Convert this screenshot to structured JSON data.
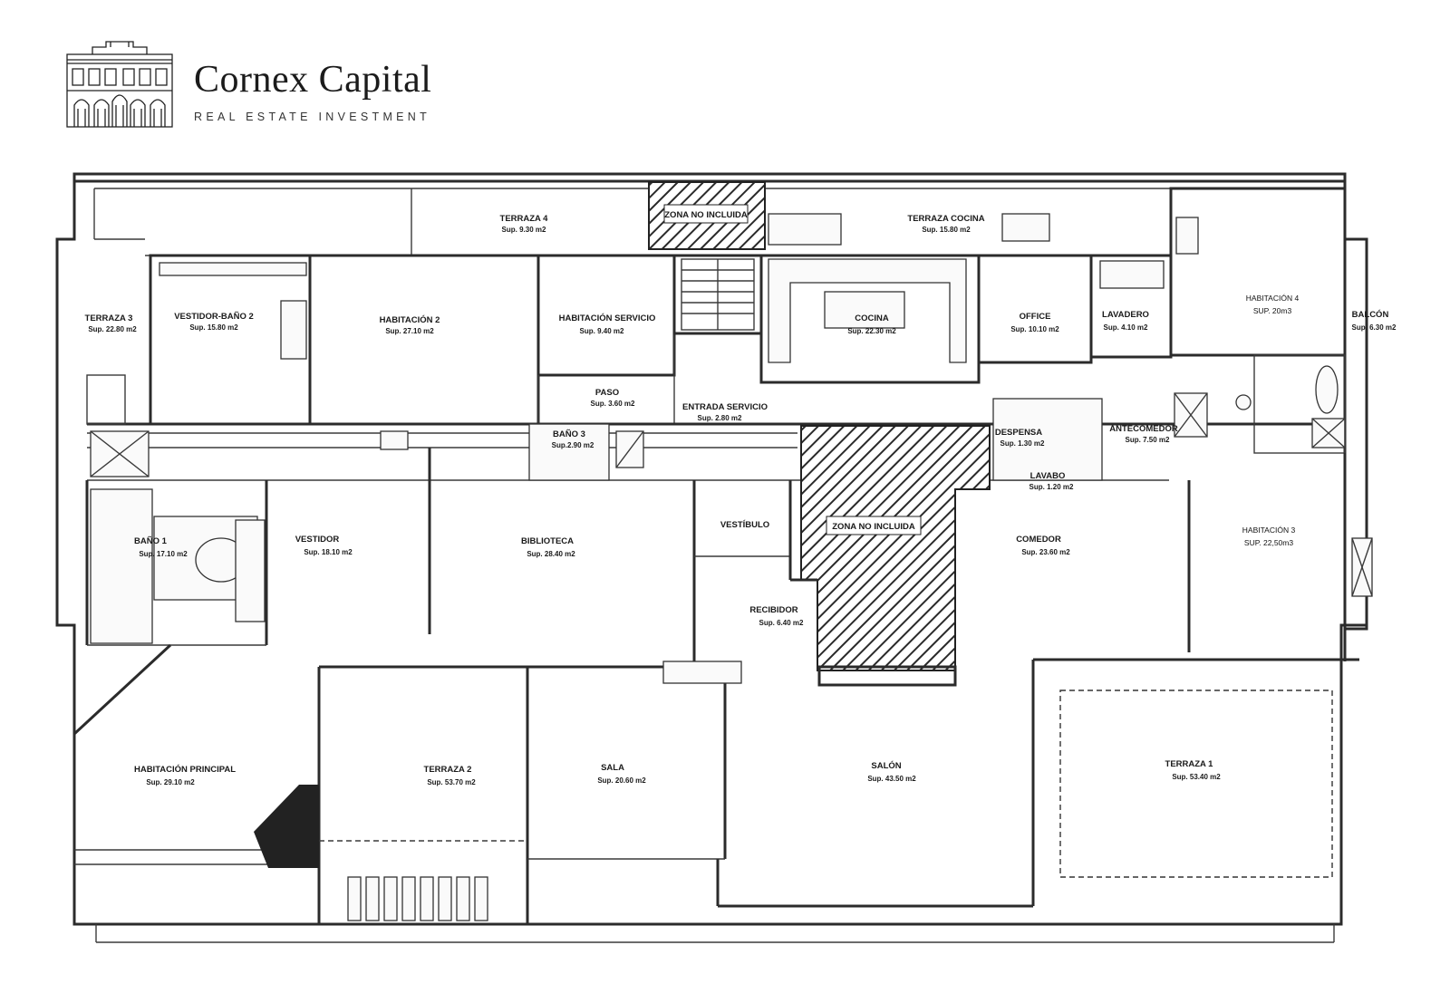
{
  "brand": {
    "name": "Cornex Capital",
    "tagline": "REAL ESTATE INVESTMENT",
    "logo_icon": "building-facade-icon"
  },
  "floor_plan": {
    "rooms": {
      "terraza_4": {
        "name": "TERRAZA 4",
        "area": "Sup. 9.30 m2"
      },
      "zona_no_incluida_top": {
        "name": "ZONA NO INCLUIDA"
      },
      "terraza_cocina": {
        "name": "TERRAZA COCINA",
        "area": "Sup. 15.80 m2"
      },
      "terraza_3": {
        "name": "TERRAZA 3",
        "area": "Sup. 22.80 m2"
      },
      "vestidor_bano_2": {
        "name": "VESTIDOR-BAÑO 2",
        "area": "Sup. 15.80 m2"
      },
      "habitacion_2": {
        "name": "HABITACIÓN 2",
        "area": "Sup. 27.10 m2"
      },
      "habitacion_servicio": {
        "name": "HABITACIÓN SERVICIO",
        "area": "Sup. 9.40 m2"
      },
      "cocina": {
        "name": "COCINA",
        "area": "Sup. 22.30 m2"
      },
      "office": {
        "name": "OFFICE",
        "area": "Sup. 10.10 m2"
      },
      "lavadero": {
        "name": "LAVADERO",
        "area": "Sup. 4.10 m2"
      },
      "habitacion_4": {
        "name": "HABITACIÓN 4",
        "area": "SUP. 20m3"
      },
      "balcon": {
        "name": "BALCÓN",
        "area": "Sup. 6.30 m2"
      },
      "paso": {
        "name": "PASO",
        "area": "Sup. 3.60 m2"
      },
      "entrada_servicio": {
        "name": "ENTRADA SERVICIO",
        "area": "Sup. 2.80 m2"
      },
      "bano_3": {
        "name": "BAÑO 3",
        "area": "Sup.2.90 m2"
      },
      "despensa": {
        "name": "DESPENSA",
        "area": "Sup. 1.30 m2"
      },
      "antecomedor": {
        "name": "ANTECOMEDOR",
        "area": "Sup. 7.50 m2"
      },
      "lavabo": {
        "name": "LAVABO",
        "area": "Sup. 1.20 m2"
      },
      "bano_1": {
        "name": "BAÑO 1",
        "area": "Sup. 17.10 m2"
      },
      "vestidor": {
        "name": "VESTIDOR",
        "area": "Sup. 18.10 m2"
      },
      "biblioteca": {
        "name": "BIBLIOTECA",
        "area": "Sup. 28.40 m2"
      },
      "vestibulo": {
        "name": "VESTÍBULO"
      },
      "zona_no_incluida_center": {
        "name": "ZONA NO INCLUIDA"
      },
      "comedor": {
        "name": "COMEDOR",
        "area": "Sup. 23.60 m2"
      },
      "habitacion_3": {
        "name": "HABITACIÓN 3",
        "area": "SUP. 22,50m3"
      },
      "recibidor": {
        "name": "RECIBIDOR",
        "area": "Sup. 6.40 m2"
      },
      "habitacion_principal": {
        "name": "HABITACIÓN PRINCIPAL",
        "area": "Sup. 29.10 m2"
      },
      "terraza_2": {
        "name": "TERRAZA 2",
        "area": "Sup. 53.70 m2"
      },
      "sala": {
        "name": "SALA",
        "area": "Sup. 20.60 m2"
      },
      "salon": {
        "name": "SALÓN",
        "area": "Sup. 43.50 m2"
      },
      "terraza_1": {
        "name": "TERRAZA 1",
        "area": "Sup. 53.40 m2"
      }
    }
  }
}
